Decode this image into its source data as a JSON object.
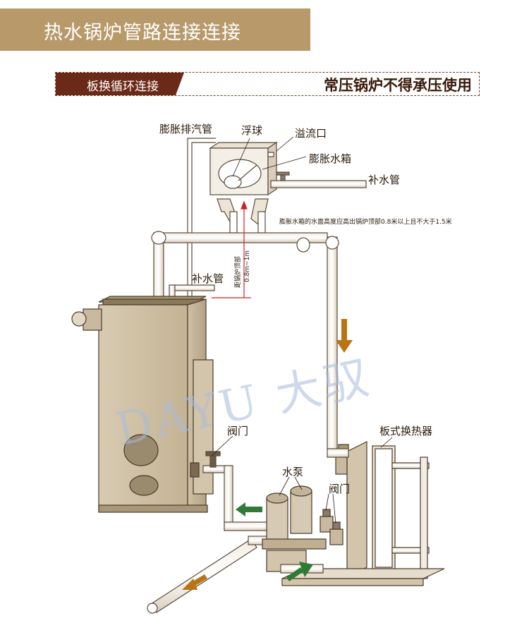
{
  "header": {
    "title": "热水锅炉管路连接连接"
  },
  "section": {
    "tag": "板换循环连接",
    "note": "常压锅炉不得承压使用"
  },
  "labels": {
    "expansion_vent": "膨胀排汽管",
    "float_ball": "浮球",
    "overflow": "溢流口",
    "expansion_tank": "膨胀水箱",
    "makeup_pipe_top": "补水管",
    "tank_height_note": "膨胀水箱的水面高度应高出锅炉顶部0.8米以上且不大于1.5米",
    "distance_vertical": "距锅炉顶部",
    "distance_range": "0.8m~1m",
    "makeup_pipe_mid": "补水管",
    "valve_boiler": "阀门",
    "plate_exchanger": "板式换热器",
    "pump": "水泵",
    "valve_pump": "阀门"
  },
  "watermark": "DAYU 大驭",
  "colors": {
    "banner": "#b89a6a",
    "tag": "#6b2a17",
    "flow_brown": "#b87514",
    "flow_green": "#2f7a34",
    "dimension_red": "#d02020",
    "watermark": "#a9bbdd"
  },
  "icons": [
    "flow-arrow-down-icon",
    "flow-arrow-left-icon",
    "flow-arrow-right-icon",
    "flow-arrow-outlet-icon"
  ]
}
